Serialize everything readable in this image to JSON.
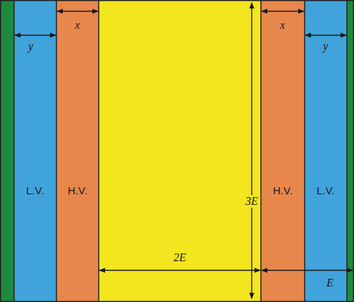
{
  "diagram": {
    "nodes": [
      {
        "text": [
          "L.V."
        ]
      },
      {
        "text": [
          "H.V."
        ]
      },
      {
        "text": [
          "H.V."
        ]
      },
      {
        "text": [
          "L.V."
        ]
      }
    ],
    "labels": [
      "x",
      "x",
      "y",
      "y",
      "3E",
      "2E",
      "E"
    ]
  }
}
